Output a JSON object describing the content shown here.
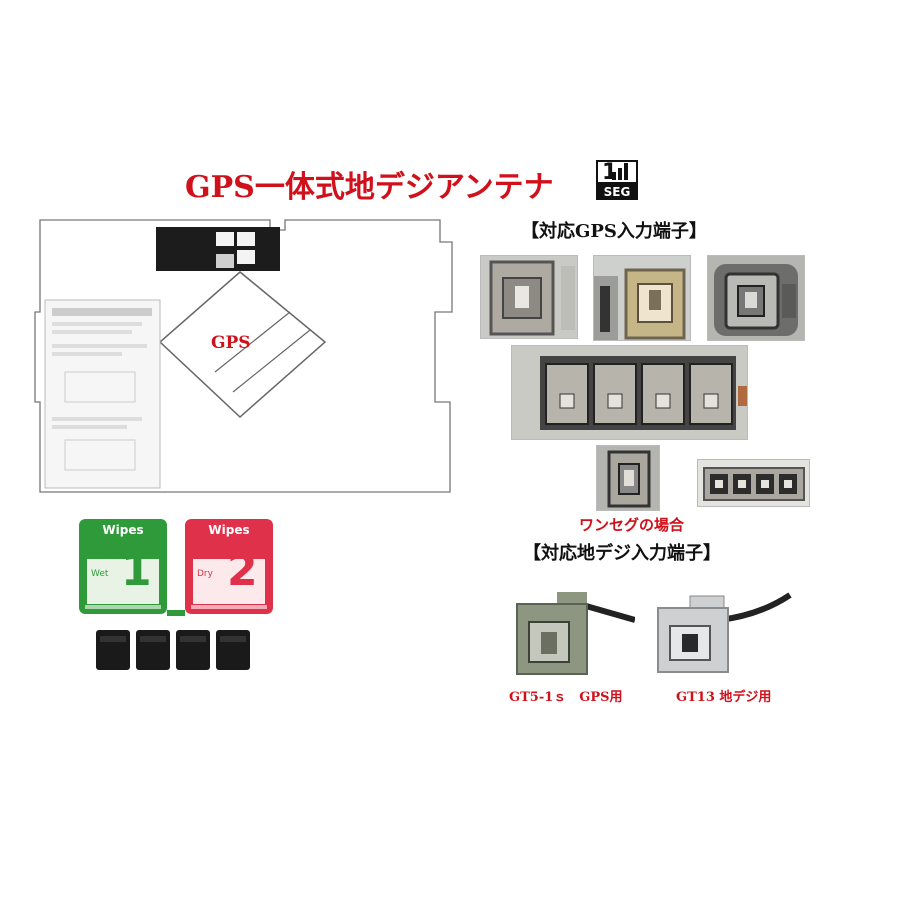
{
  "title": "GPS一体式地デジアンテナ",
  "seg_badge": {
    "number": "1",
    "text": "SEG"
  },
  "antenna": {
    "gps_label": "GPS"
  },
  "gps_section": {
    "heading": "【対応GPS入力端子】"
  },
  "oneseg_note": "ワンセグの場合",
  "digital_section": {
    "heading": "【対応地デジ入力端子】"
  },
  "wipes": [
    {
      "brand": "Wipes",
      "number": "1",
      "tag": "Wet",
      "color": "#2e9a3a"
    },
    {
      "brand": "Wipes",
      "number": "2",
      "tag": "Dry",
      "color": "#e0314b"
    }
  ],
  "connectors": [
    {
      "caption": "GT5-1ｓ　GPS用",
      "color": "#8d9680"
    },
    {
      "caption": "GT13 地デジ用",
      "color": "#cfd0d2"
    }
  ],
  "colors": {
    "accent_red": "#d0101a"
  }
}
